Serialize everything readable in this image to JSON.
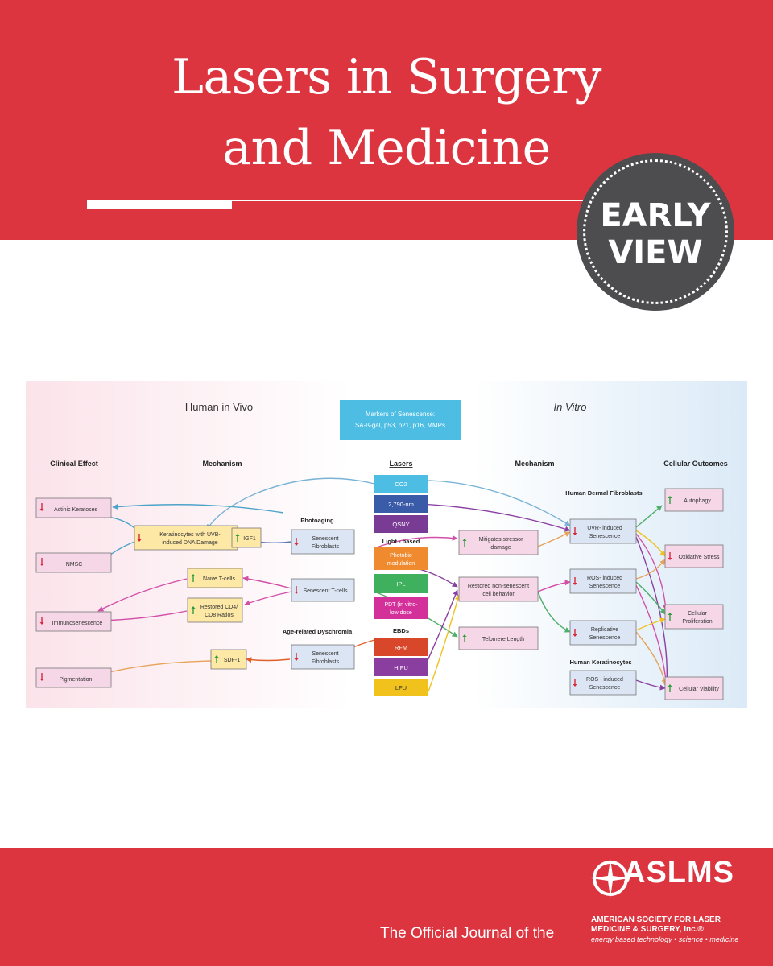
{
  "journal": {
    "title_line1": "Lasers in Surgery",
    "title_line2": "and Medicine"
  },
  "badge": {
    "line1": "EARLY",
    "line2": "VIEW"
  },
  "figure": {
    "section_left": "Human in Vivo",
    "section_right": "In Vitro",
    "markers_title": "Markers of Senescence:",
    "markers_list": "SA-ß-gal, p53, p21, p16, MMPs",
    "columns": {
      "clinical": "Clinical Effect",
      "mechanism_left": "Mechanism",
      "lasers": "Lasers",
      "mechanism_right": "Mechanism",
      "outcomes": "Cellular Outcomes"
    },
    "clinical": {
      "actinic": "Actinic Keratoses",
      "nmsc": "NMSC",
      "immuno": "Immunosenescence",
      "pigment": "Pigmentation"
    },
    "mech_left": {
      "kera_l1": "Keratinocytes with UVB-",
      "kera_l2": "induced DNA Damage",
      "igf1": "IGF1",
      "naive": "Naive T-cells",
      "cd4_l1": "Restored CD4/",
      "cd4_l2": "CD8 Ratios",
      "sdf1": "SDF-1"
    },
    "groups": {
      "photoaging": "Photoaging",
      "dyschromia": "Age-related Dyschromia",
      "dermal": "Human Dermal Fibroblasts",
      "keratinocytes": "Human Keratinocytes"
    },
    "senescent": {
      "fib1_l1": "Senescent",
      "fib1_l2": "Fibroblasts",
      "tcells": "Senescent T-cells",
      "fib2_l1": "Senescent",
      "fib2_l2": "Fibroblasts"
    },
    "lasers": {
      "co2": "CO2",
      "nm2790": "2,790-nm",
      "qsny": "QSNY",
      "light_based": "Light - based",
      "pbm_l1": "Photobio",
      "pbm_l2": "modulation",
      "ipl": "IPL",
      "pdt_l1": "PDT (in vitro-",
      "pdt_l2": "low dose",
      "ebds": "EBDs",
      "rfm": "RFM",
      "hifu": "HIFU",
      "lfu": "LFU"
    },
    "mech_right": {
      "mitig_l1": "Mitigates stressor",
      "mitig_l2": "damage",
      "restored_l1": "Restored non-senescent",
      "restored_l2": "cell behavior",
      "telomere": "Telomere Length",
      "uvr_l1": "UVR- induced",
      "uvr_l2": "Senescence",
      "ros1_l1": "ROS- induced",
      "ros1_l2": "Senescence",
      "repl_l1": "Replicative",
      "repl_l2": "Senescence",
      "ros2_l1": "ROS - induced",
      "ros2_l2": "Senescence"
    },
    "outcomes": {
      "autophagy": "Autophagy",
      "oxidative": "Oxidative Stress",
      "prolif_l1": "Cellular",
      "prolif_l2": "Proliferation",
      "viability": "Cellular Viability"
    }
  },
  "footer": {
    "official": "The Official Journal of the",
    "logo_name": "ASLMS",
    "org_line1": "AMERICAN SOCIETY FOR LASER",
    "org_line2": "MEDICINE & SURGERY, Inc.®",
    "tagline": "energy based technology • science • medicine"
  },
  "colors": {
    "brand_red": "#dc3540",
    "badge_gray": "#4d4d4f",
    "arrow_up": "#2e9e3e",
    "arrow_down": "#d8283a"
  }
}
